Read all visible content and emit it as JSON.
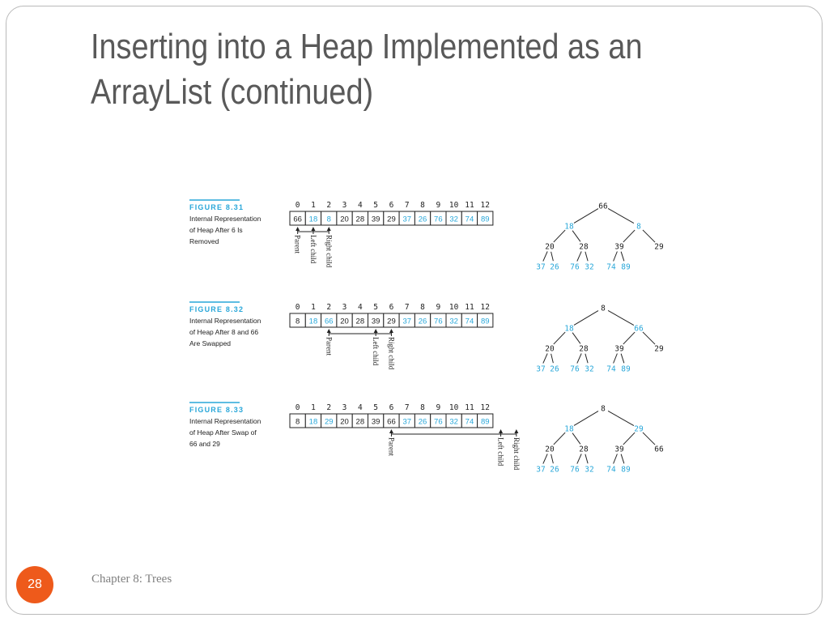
{
  "title": "Inserting into a Heap Implemented as an ArrayList (continued)",
  "footer": "Chapter 8: Trees",
  "slide_number": "28",
  "colors": {
    "accent": "#29a7d9",
    "badge": "#ee5a1b",
    "text": "#222222"
  },
  "figures": [
    {
      "id": "FIGURE 8.31",
      "caption": [
        "Internal Representation",
        "of Heap After 6 Is",
        "Removed"
      ],
      "indices": [
        "0",
        "1",
        "2",
        "3",
        "4",
        "5",
        "6",
        "7",
        "8",
        "9",
        "10",
        "11",
        "12"
      ],
      "values": [
        "66",
        "18",
        "8",
        "20",
        "28",
        "39",
        "29",
        "37",
        "26",
        "76",
        "32",
        "74",
        "89"
      ],
      "highlight": [
        1,
        2,
        7,
        8,
        9,
        10,
        11,
        12
      ],
      "pointers": [
        {
          "label": "Parent",
          "cell": 0
        },
        {
          "label": "Left child",
          "cell": 1
        },
        {
          "label": "Right child",
          "cell": 2
        }
      ],
      "tree": [
        "66",
        "18",
        "8",
        "20",
        "28",
        "39",
        "29",
        "37",
        "26",
        "76",
        "32",
        "74",
        "89"
      ]
    },
    {
      "id": "FIGURE 8.32",
      "caption": [
        "Internal Representation",
        "of Heap After 8 and 66",
        "Are Swapped"
      ],
      "indices": [
        "0",
        "1",
        "2",
        "3",
        "4",
        "5",
        "6",
        "7",
        "8",
        "9",
        "10",
        "11",
        "12"
      ],
      "values": [
        "8",
        "18",
        "66",
        "20",
        "28",
        "39",
        "29",
        "37",
        "26",
        "76",
        "32",
        "74",
        "89"
      ],
      "highlight": [
        1,
        2,
        7,
        8,
        9,
        10,
        11,
        12
      ],
      "pointers": [
        {
          "label": "Parent",
          "cell": 2
        },
        {
          "label": "Left child",
          "cell": 5
        },
        {
          "label": "Right child",
          "cell": 6
        }
      ],
      "tree": [
        "8",
        "18",
        "66",
        "20",
        "28",
        "39",
        "29",
        "37",
        "26",
        "76",
        "32",
        "74",
        "89"
      ]
    },
    {
      "id": "FIGURE 8.33",
      "caption": [
        "Internal Representation",
        "of Heap After Swap of",
        "66 and 29"
      ],
      "indices": [
        "0",
        "1",
        "2",
        "3",
        "4",
        "5",
        "6",
        "7",
        "8",
        "9",
        "10",
        "11",
        "12"
      ],
      "values": [
        "8",
        "18",
        "29",
        "20",
        "28",
        "39",
        "66",
        "37",
        "26",
        "76",
        "32",
        "74",
        "89"
      ],
      "highlight": [
        1,
        2,
        7,
        8,
        9,
        10,
        11,
        12
      ],
      "pointers": [
        {
          "label": "Parent",
          "cell": 6
        },
        {
          "label": "Left child",
          "cell": 13
        },
        {
          "label": "Right child",
          "cell": 14
        }
      ],
      "tree": [
        "8",
        "18",
        "29",
        "20",
        "28",
        "39",
        "66",
        "37",
        "26",
        "76",
        "32",
        "74",
        "89"
      ]
    }
  ]
}
